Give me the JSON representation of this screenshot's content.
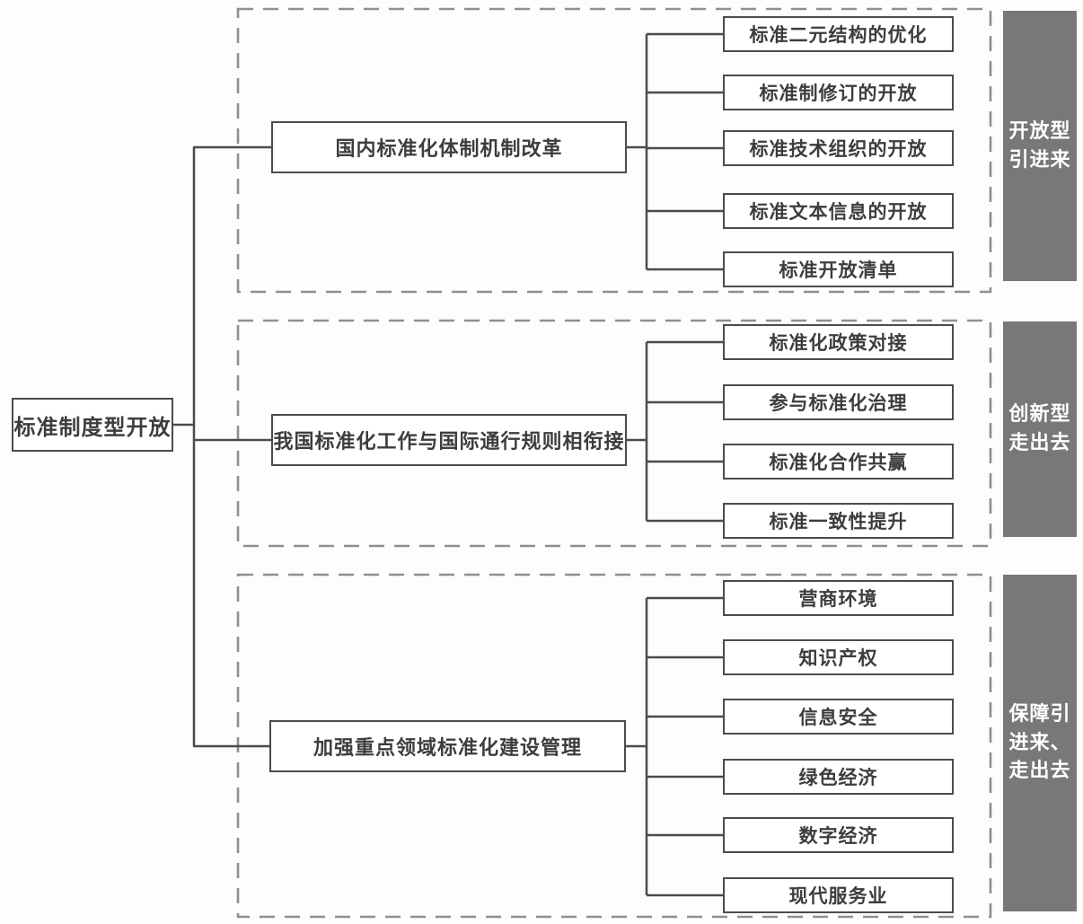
{
  "root": {
    "label": "标准制度型开放"
  },
  "groups": [
    {
      "title": "国内标准化体制机制改革",
      "tag": "开放型\n引进来",
      "leaves": [
        "标准二元结构的优化",
        "标准制修订的开放",
        "标准技术组织的开放",
        "标准文本信息的开放",
        "标准开放清单"
      ]
    },
    {
      "title": "我国标准化工作与国际通行规则相衔接",
      "tag": "创新型\n走出去",
      "leaves": [
        "标准化政策对接",
        "参与标准化治理",
        "标准化合作共赢",
        "标准一致性提升"
      ]
    },
    {
      "title": "加强重点领域标准化建设管理",
      "tag": "保障引\n进来、\n走出去",
      "leaves": [
        "营商环境",
        "知识产权",
        "信息安全",
        "绿色经济",
        "数字经济",
        "现代服务业"
      ]
    }
  ],
  "colors": {
    "line": "#4b4b4b",
    "dashed": "#8f8f8f",
    "bar": "#787878",
    "text": "#3d3d3d",
    "bartext": "#ffffff"
  }
}
